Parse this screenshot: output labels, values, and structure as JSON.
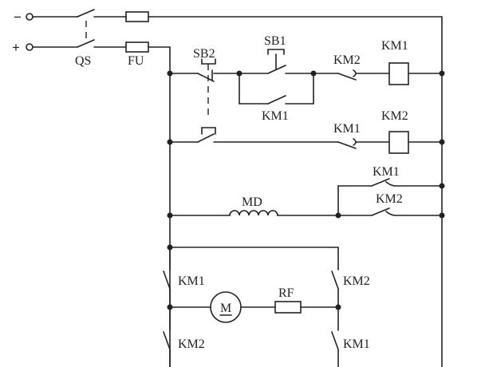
{
  "labels": {
    "minus": "−",
    "plus": "+",
    "qs": "QS",
    "fu": "FU",
    "sb2": "SB2",
    "sb1": "SB1",
    "km1_contact_r1": "KM1",
    "km2_contact_r1": "KM2",
    "km1_coil": "KM1",
    "km2_contact_r2": "KM1",
    "km2_coil": "KM2",
    "km1_md_contact": "KM1",
    "km2_md_contact": "KM2",
    "md": "MD",
    "motor": "M",
    "rf": "RF",
    "km1_left_top": "KM1",
    "km2_left_bottom": "KM2",
    "km2_right_top": "KM2",
    "km1_right_bottom": "KM1"
  }
}
